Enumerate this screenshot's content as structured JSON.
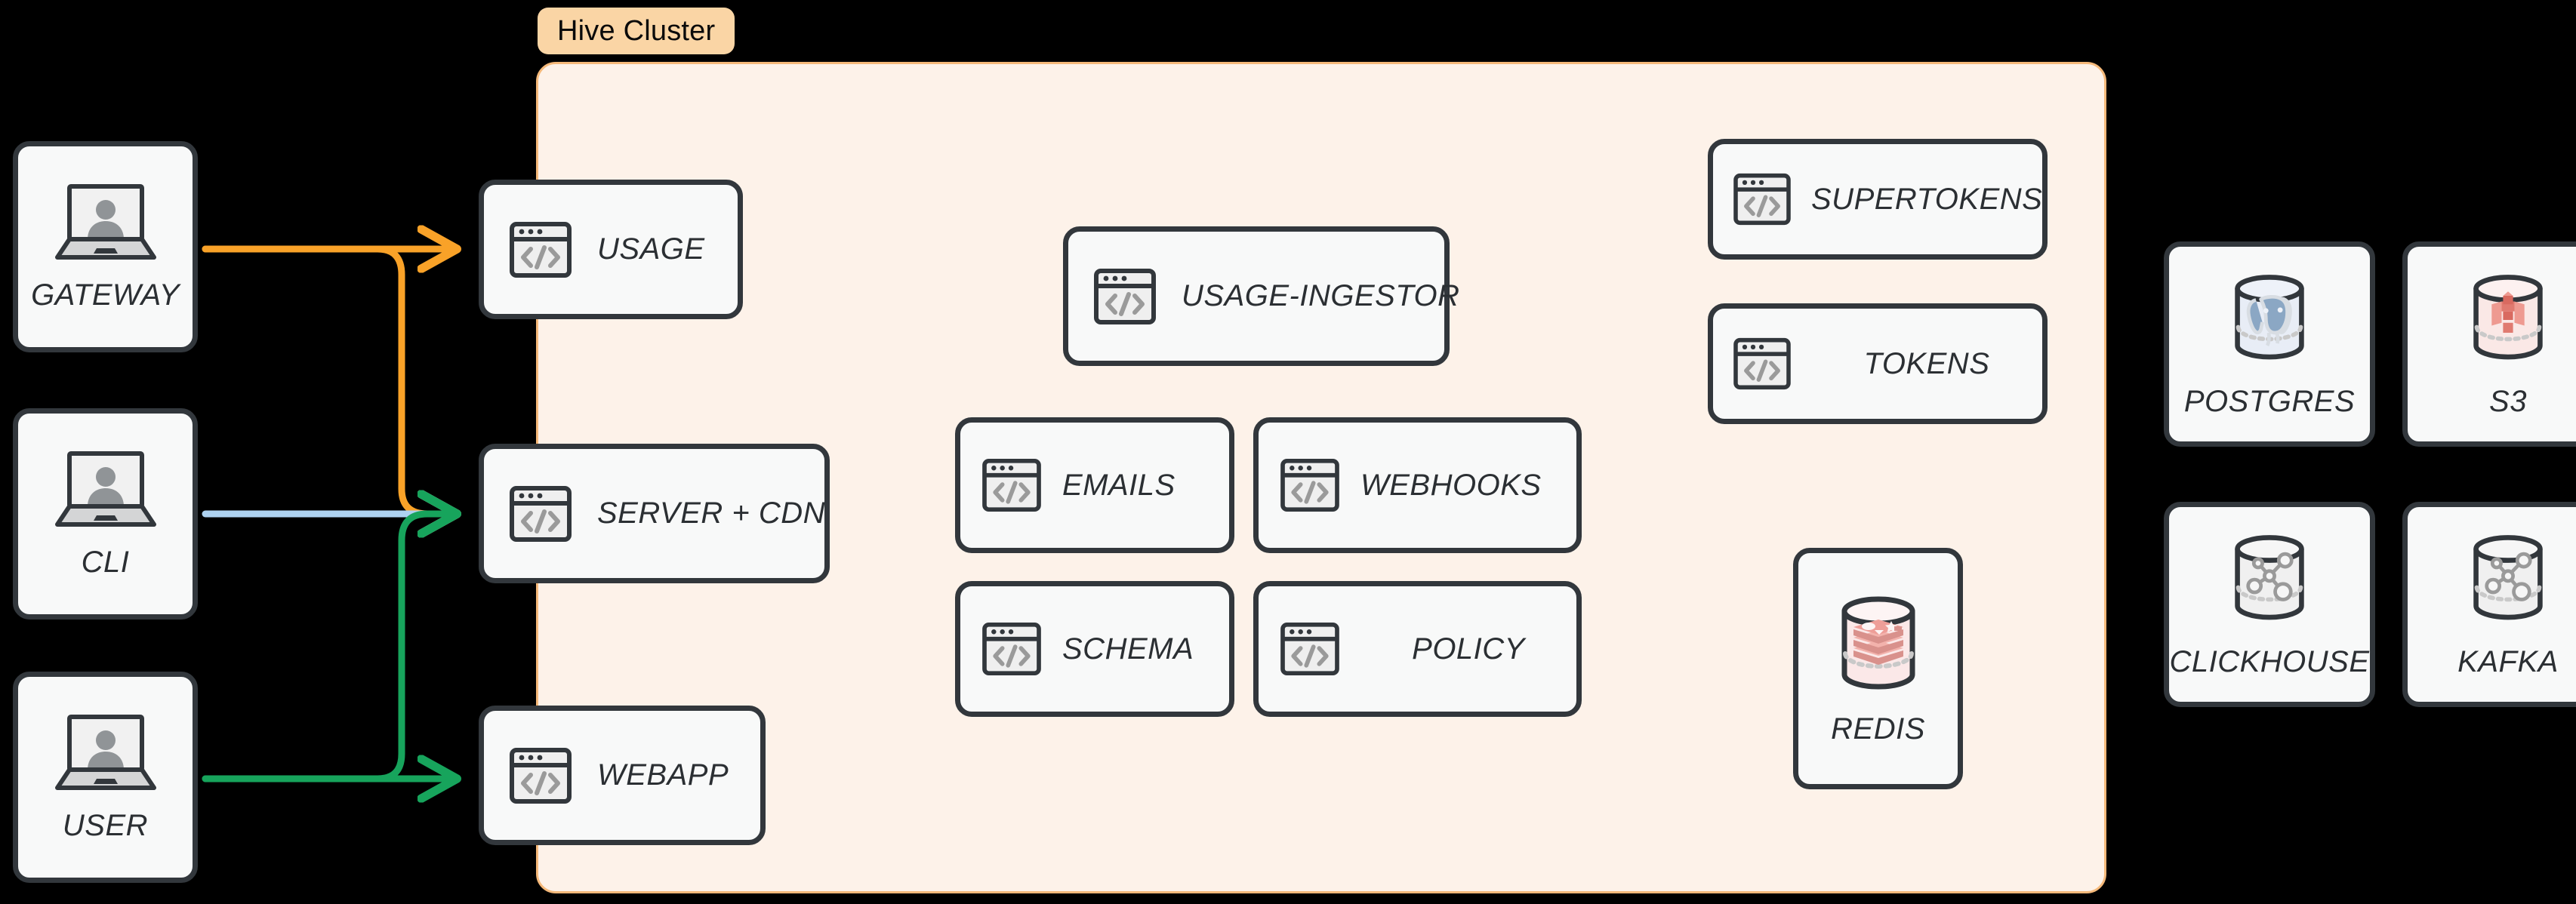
{
  "diagram": {
    "title": "Hive Cluster architecture",
    "background": "#000000",
    "cluster": {
      "badge_label": "Hive Cluster",
      "badge_bg": "#FAD5A5",
      "panel_bg": "#FDF2E9",
      "panel_border": "#F5B97A"
    },
    "clients": [
      {
        "label": "GATEWAY",
        "icon": "laptop-user-icon"
      },
      {
        "label": "CLI",
        "icon": "laptop-user-icon"
      },
      {
        "label": "USER",
        "icon": "laptop-user-icon"
      }
    ],
    "edge_services": [
      {
        "label": "USAGE",
        "icon": "code-window-icon"
      },
      {
        "label": "SERVER + CDN",
        "icon": "code-window-icon"
      },
      {
        "label": "WEBAPP",
        "icon": "code-window-icon"
      }
    ],
    "core_services": [
      {
        "label": "USAGE-INGESTOR",
        "icon": "code-window-icon"
      },
      {
        "label": "EMAILS",
        "icon": "code-window-icon"
      },
      {
        "label": "WEBHOOKS",
        "icon": "code-window-icon"
      },
      {
        "label": "SCHEMA",
        "icon": "code-window-icon"
      },
      {
        "label": "POLICY",
        "icon": "code-window-icon"
      }
    ],
    "auth_services": [
      {
        "label": "SUPERTOKENS",
        "icon": "code-window-icon"
      },
      {
        "label": "TOKENS",
        "icon": "code-window-icon"
      }
    ],
    "cluster_datastores": [
      {
        "label": "REDIS",
        "icon": "redis-cylinder-icon",
        "accent": "#E8A09A"
      }
    ],
    "external_datastores": [
      {
        "label": "POSTGRES",
        "icon": "postgres-cylinder-icon",
        "accent": "#8BA7C4"
      },
      {
        "label": "S3",
        "icon": "s3-cylinder-icon",
        "accent": "#E8877C"
      },
      {
        "label": "CLICKHOUSE",
        "icon": "clickhouse-cylinder-icon",
        "accent": "#9A9A9A"
      },
      {
        "label": "KAFKA",
        "icon": "kafka-cylinder-icon",
        "accent": "#9A9A9A"
      }
    ],
    "connectors": [
      {
        "name": "gateway-to-usage",
        "from": "GATEWAY",
        "to": "USAGE",
        "color": "#F9A228"
      },
      {
        "name": "gateway-to-server-cdn",
        "from": "GATEWAY",
        "to": "SERVER + CDN",
        "color": "#F9A228"
      },
      {
        "name": "cli-to-server-cdn",
        "from": "CLI",
        "to": "SERVER + CDN",
        "color": "#AED2F0"
      },
      {
        "name": "user-to-webapp",
        "from": "USER",
        "to": "WEBAPP",
        "color": "#17A45C"
      },
      {
        "name": "user-to-server-cdn",
        "from": "USER",
        "to": "SERVER + CDN",
        "color": "#17A45C"
      }
    ]
  }
}
